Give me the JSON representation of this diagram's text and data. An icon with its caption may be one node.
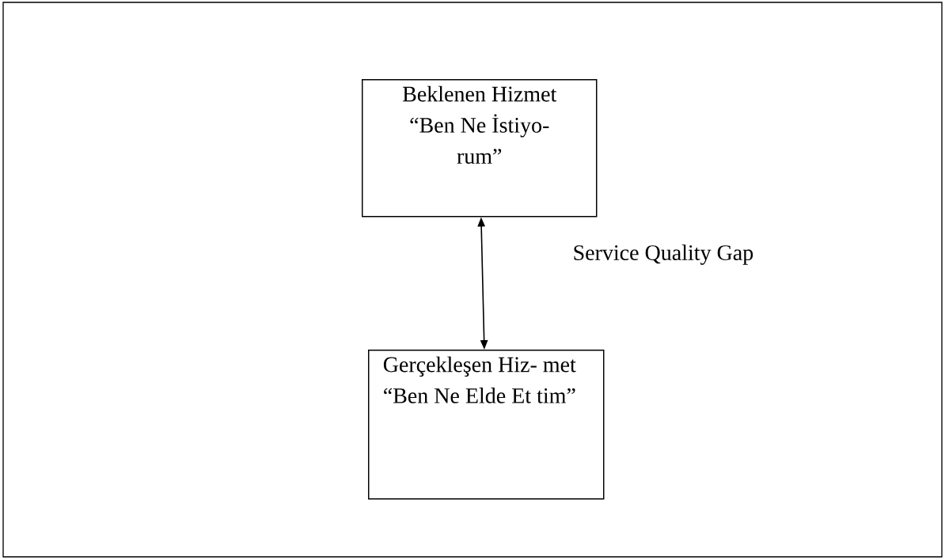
{
  "diagram": {
    "nodes": [
      {
        "text": [
          "Beklenen Hizmet",
          "“Ben Ne İstiyo- rum”"
        ]
      },
      {
        "text": [
          "Gerçekleşen Hiz- met",
          "“Ben Ne Elde Et tim”"
        ]
      }
    ],
    "edges": [
      {
        "from": 0,
        "to": 1,
        "arrow": "both",
        "label": "Service Quality Gap"
      }
    ]
  }
}
